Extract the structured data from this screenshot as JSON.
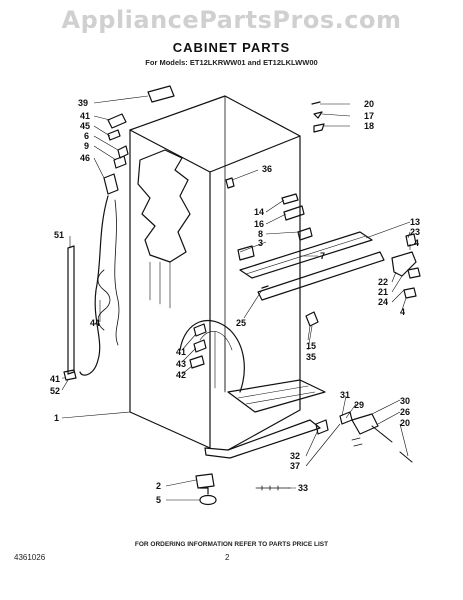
{
  "watermark": "AppliancePartsPros.com",
  "title": "CABINET PARTS",
  "models": "For Models: ET12LKRWW01 and ET12LKLWW00",
  "footer_note": "FOR ORDERING INFORMATION REFER TO PARTS PRICE LIST",
  "doc_number": "4361026",
  "page_number": "2",
  "callouts": [
    "39",
    "41",
    "45",
    "6",
    "9",
    "46",
    "20",
    "17",
    "18",
    "36",
    "14",
    "16",
    "8",
    "3",
    "13",
    "23",
    "4",
    "7",
    "51",
    "22",
    "21",
    "24",
    "4",
    "44",
    "25",
    "15",
    "35",
    "41",
    "43",
    "42",
    "41",
    "52",
    "1",
    "31",
    "29",
    "30",
    "26",
    "20",
    "32",
    "37",
    "2",
    "5",
    "33"
  ]
}
